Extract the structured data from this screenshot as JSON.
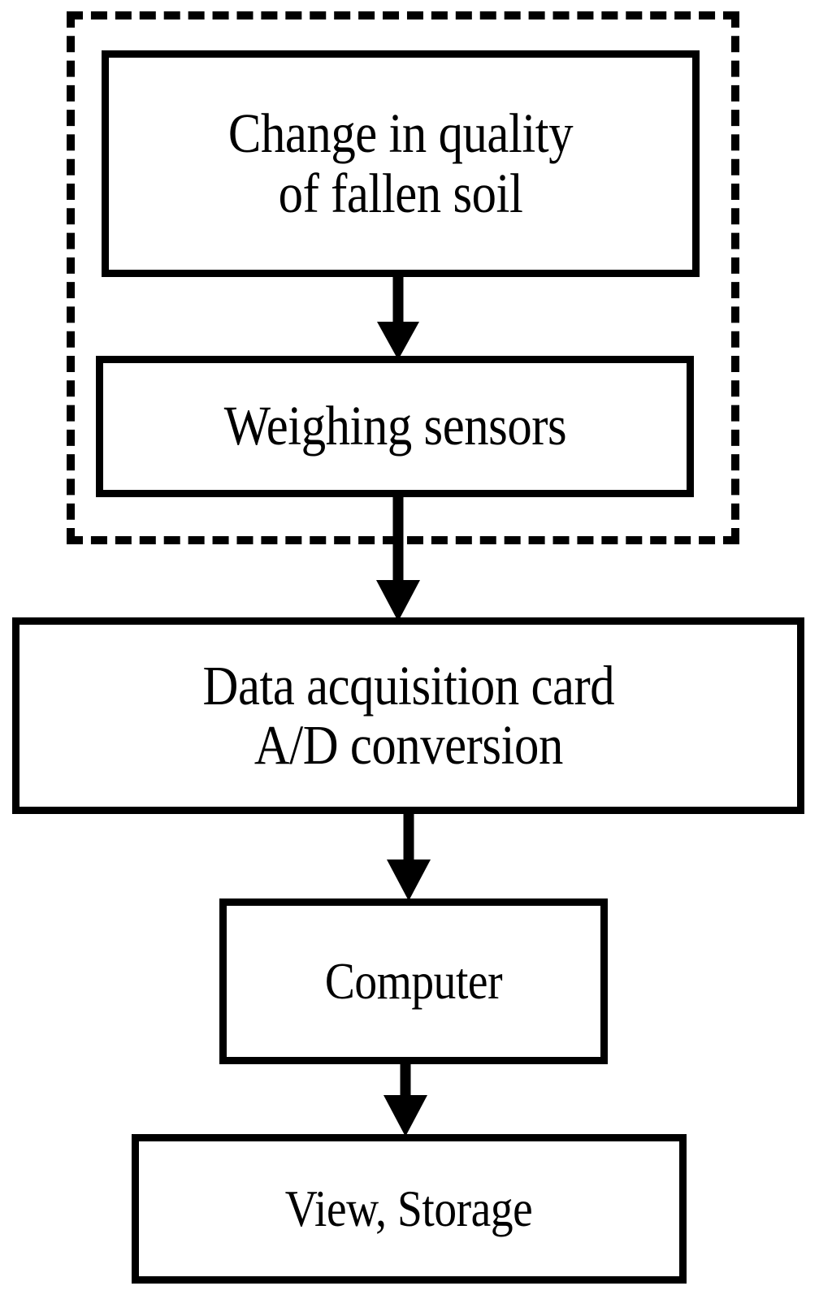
{
  "diagram": {
    "title": "Soil quality measurement and acquisition flowchart",
    "type": "flowchart",
    "orientation": "top-to-bottom",
    "colors": {
      "stroke": "#000000",
      "fill": "#ffffff",
      "text": "#000000"
    },
    "group": {
      "name": "sensing-subsystem",
      "border_style": "dashed",
      "label": ""
    },
    "nodes": [
      {
        "id": "node-change-in-quality",
        "label": "Change in quality\nof fallen soil",
        "shape": "rectangle",
        "in_group": true
      },
      {
        "id": "node-weighing-sensors",
        "label": "Weighing sensors",
        "shape": "rectangle",
        "in_group": true
      },
      {
        "id": "node-data-acquisition-card",
        "label": "Data acquisition card\nA/D conversion",
        "shape": "rectangle",
        "in_group": false
      },
      {
        "id": "node-computer",
        "label": "Computer",
        "shape": "rectangle",
        "in_group": false
      },
      {
        "id": "node-view-storage",
        "label": "View, Storage",
        "shape": "rectangle",
        "in_group": false
      }
    ],
    "edges": [
      {
        "id": "edge-1",
        "from": "node-change-in-quality",
        "to": "node-weighing-sensors",
        "arrowhead": "filled-triangle",
        "direction": "down"
      },
      {
        "id": "edge-2",
        "from": "node-weighing-sensors",
        "to": "node-data-acquisition-card",
        "arrowhead": "filled-triangle",
        "direction": "down"
      },
      {
        "id": "edge-3",
        "from": "node-data-acquisition-card",
        "to": "node-computer",
        "arrowhead": "filled-triangle",
        "direction": "down"
      },
      {
        "id": "edge-4",
        "from": "node-computer",
        "to": "node-view-storage",
        "arrowhead": "filled-triangle",
        "direction": "down"
      }
    ]
  }
}
